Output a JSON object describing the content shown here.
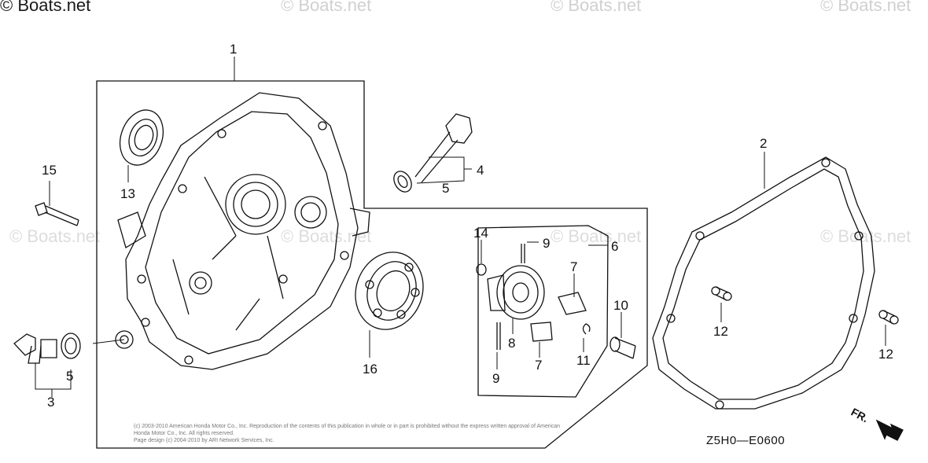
{
  "watermarks": {
    "top": [
      "© Boats.net",
      "© Boats.net",
      "© Boats.net",
      "© Boats.net"
    ],
    "middle": [
      "© Boats.net",
      "© Boats.net",
      "© Boats.net",
      "© Boats.net"
    ]
  },
  "callouts": [
    "1",
    "2",
    "3",
    "4",
    "5",
    "5",
    "6",
    "7",
    "7",
    "8",
    "9",
    "9",
    "10",
    "11",
    "12",
    "12",
    "13",
    "14",
    "15",
    "16"
  ],
  "copyright_lines": [
    "(c) 2003-2010 American Honda Motor Co., Inc. Reproduction of the contents of this publication in whole or in part is prohibited without the express written approval of American Honda Motor Co., Inc. All rights reserved.",
    "Page design (c) 2004-2010 by ARI Network Services, Inc."
  ],
  "diagram_code": "Z5H0—E0600",
  "front_indicator": "FR."
}
